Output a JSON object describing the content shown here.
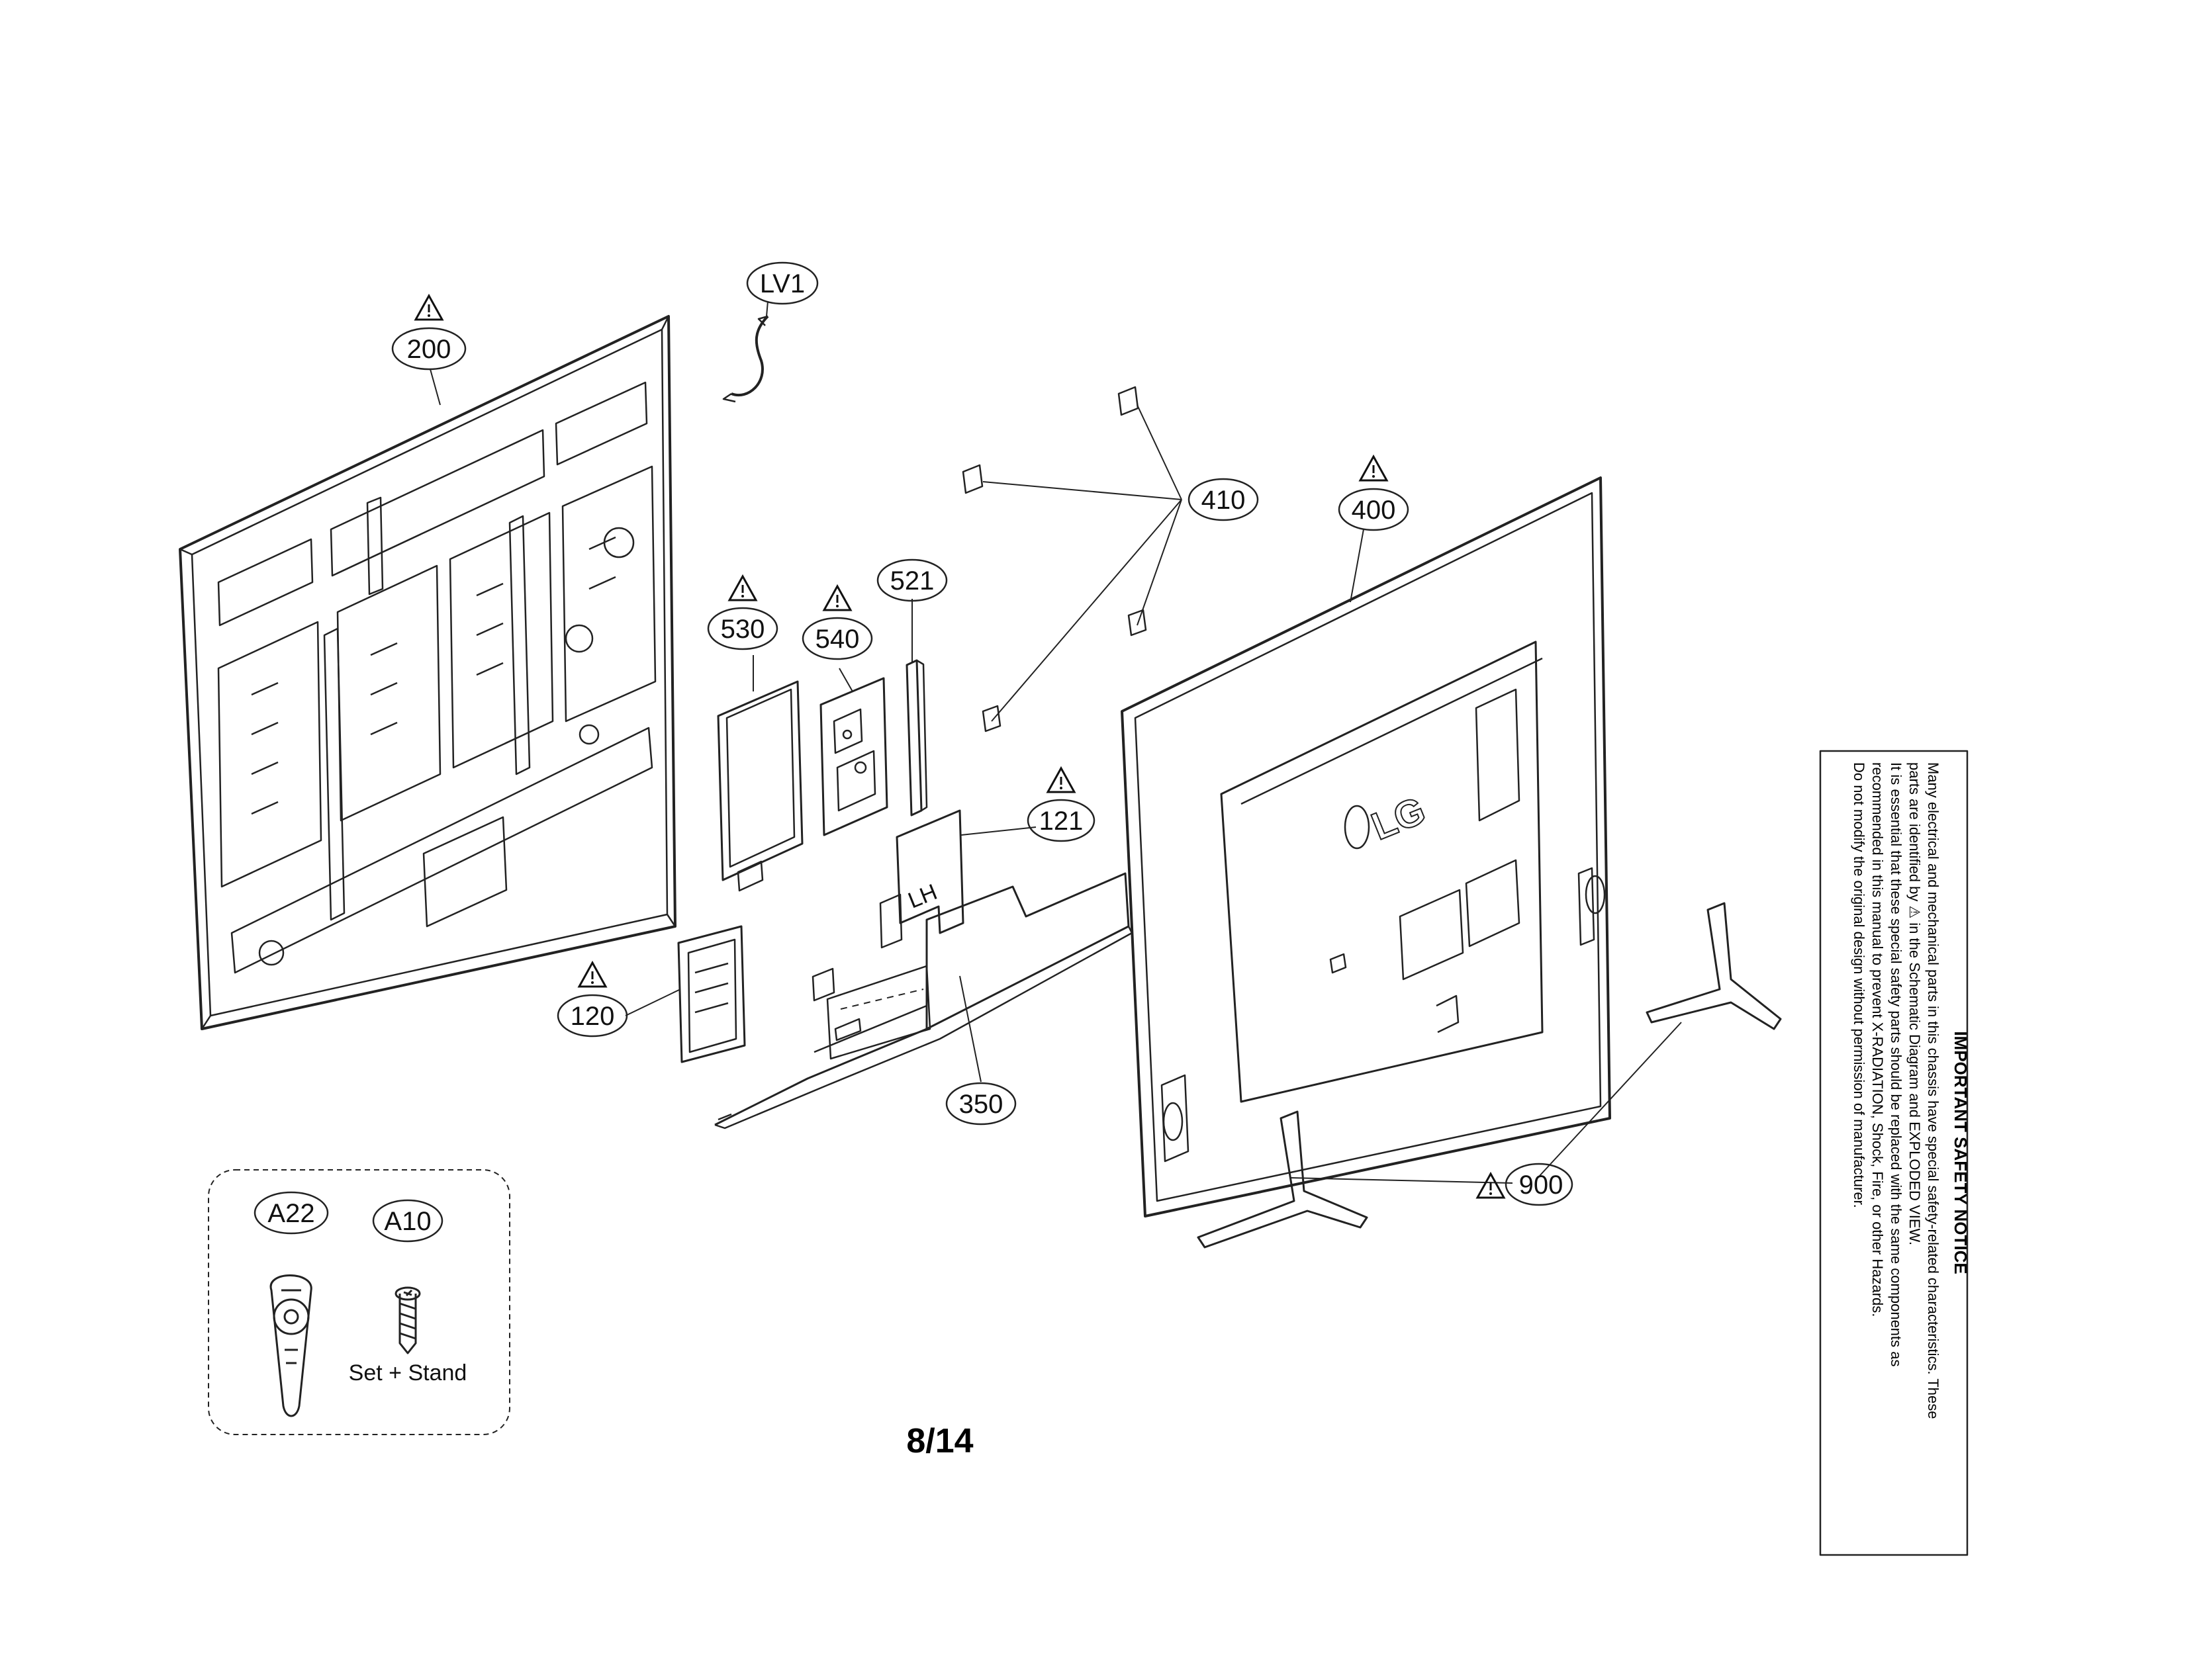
{
  "callouts": {
    "c200": "200",
    "lv1": "LV1",
    "c410": "410",
    "c400": "400",
    "c530": "530",
    "c540": "540",
    "c521": "521",
    "c121": "121",
    "c120": "120",
    "c350": "350",
    "c900": "900",
    "a22": "A22",
    "a10": "A10"
  },
  "accessory_caption": "Set + Stand",
  "page_number": "8/14",
  "brand_logo": "LG",
  "panel_texts": {
    "lh": "LH"
  },
  "safety_notice": {
    "title": "IMPORTANT SAFETY NOTICE",
    "lines": [
      "Many electrical and mechanical parts in this chassis have special safety-related characteristics. These",
      "parts are identified by ⚠ in the Schematic Diagram and EXPLODED VIEW.",
      "It is essential that these special safety parts should be replaced with the same components as",
      "recommended in this manual to prevent X-RADIATION, Shock, Fire, or other Hazards.",
      "Do not modify the original design without permission of manufacturer."
    ]
  },
  "icons": [
    "warning-triangle-icon",
    "screw-icon",
    "remote-control-icon"
  ]
}
